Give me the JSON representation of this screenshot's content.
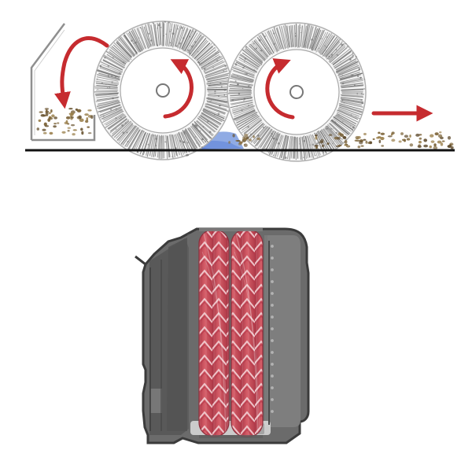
{
  "colors": {
    "background": "#ffffff",
    "arrow_red": "#c62b2f",
    "brush_gray": "#8e8e8e",
    "brush_dark": "#6a6a6a",
    "debris_brown": "#8a7246",
    "water_blue": "#6f8fd8",
    "floor_line": "#111111",
    "housing_dark": "#4a4a4a",
    "housing_mid": "#6e6e6e",
    "housing_light": "#9a9a9a",
    "roller_red": "#cf4a55",
    "roller_red_dark": "#9e2d38"
  },
  "top_view": {
    "brushes": [
      {
        "name": "front-brush",
        "rotation": "clockwise"
      },
      {
        "name": "rear-brush",
        "rotation": "counterclockwise"
      }
    ],
    "icons": [
      "rotation-arrow-icon",
      "direction-arrow-icon",
      "debris-tray-icon"
    ]
  },
  "bottom_view": {
    "rollers": [
      {
        "name": "front-roller"
      },
      {
        "name": "rear-roller"
      }
    ]
  }
}
